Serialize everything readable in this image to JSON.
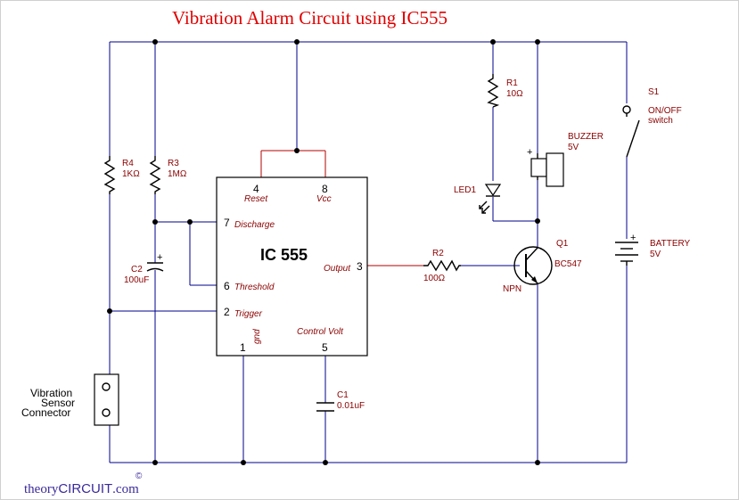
{
  "title": "Vibration Alarm Circuit using IC555",
  "ic": {
    "name": "IC 555",
    "pins": {
      "p4_num": "4",
      "p4_name": "Reset",
      "p8_num": "8",
      "p8_name": "Vcc",
      "p7_num": "7",
      "p7_name": "Discharge",
      "p6_num": "6",
      "p6_name": "Threshold",
      "p2_num": "2",
      "p2_name": "Trigger",
      "p3_num": "3",
      "p3_name": "Output",
      "p1_num": "1",
      "p1_name": "gnd",
      "p5_num": "5",
      "p5_name": "Control Volt"
    }
  },
  "components": {
    "r4": {
      "ref": "R4",
      "value": "1KΩ"
    },
    "r3": {
      "ref": "R3",
      "value": "1MΩ"
    },
    "c2": {
      "ref": "C2",
      "value": "100uF",
      "polarity": "+"
    },
    "r1": {
      "ref": "R1",
      "value": "10Ω"
    },
    "led1": {
      "ref": "LED1"
    },
    "buzzer": {
      "ref": "BUZZER",
      "value": "5V",
      "polarity": "+"
    },
    "r2": {
      "ref": "R2",
      "value": "100Ω"
    },
    "q1": {
      "ref": "Q1",
      "value": "BC547",
      "type": "NPN"
    },
    "c1": {
      "ref": "C1",
      "value": "0.01uF"
    },
    "s1": {
      "ref": "S1",
      "value": "ON/OFF",
      "sub": "switch"
    },
    "battery": {
      "ref": "BATTERY",
      "value": "5V",
      "polarity": "+"
    }
  },
  "sensor": {
    "line1": "Vibration",
    "line2": "Sensor",
    "line3": "Connector"
  },
  "brand": {
    "part1": "theory",
    "part2": "CIRCUIT",
    "part3": ".com",
    "copyright": "©"
  },
  "colors": {
    "wire": "#00008b",
    "title": "#e00000",
    "label": "#8b0000",
    "brand": "#3a2a9a"
  }
}
